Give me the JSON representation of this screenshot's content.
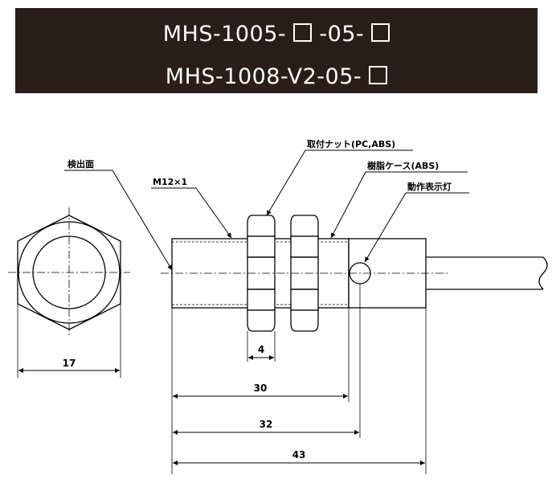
{
  "header": {
    "line1": {
      "a": "MHS-1005- ",
      "b": " -05- ",
      "c": ""
    },
    "line2": {
      "a": "MHS-1008-V2-05- "
    }
  },
  "labels": {
    "detect_face": "検出面",
    "thread": "M12×1",
    "nut": "取付ナット(PC,ABS)",
    "case": "樹脂ケース(ABS)",
    "indicator": "動作表示灯"
  },
  "dimensions": {
    "hex_width": "17",
    "nut_thickness": "4",
    "thread_length": "30",
    "indicator_pos": "32",
    "total_length": "43"
  },
  "colors": {
    "header_bg": "#2a1e1b",
    "header_text": "#ffffff",
    "line": "#000000"
  }
}
